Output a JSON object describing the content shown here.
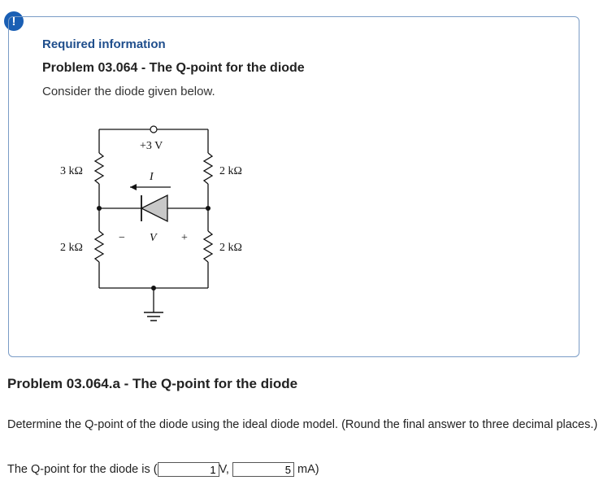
{
  "badge": {
    "symbol": "!"
  },
  "info": {
    "required_label": "Required information",
    "problem_title": "Problem 03.064 - The Q-point for the diode",
    "description": "Consider the diode given below."
  },
  "circuit": {
    "source_label": "+3 V",
    "resistor_top_left": "3 kΩ",
    "resistor_bottom_left": "2 kΩ",
    "resistor_top_right": "2 kΩ",
    "resistor_bottom_right": "2 kΩ",
    "current_label": "I",
    "voltage_label": "V",
    "minus_sign": "−",
    "plus_sign": "+"
  },
  "part_a": {
    "title": "Problem 03.064.a - The Q-point for the diode",
    "question": "Determine the Q-point of the diode using the ideal diode model. (Round the final answer to three decimal places.)",
    "answer_prefix": "The Q-point for the diode is (",
    "voltage_value": "1",
    "voltage_unit": "V,",
    "current_value": "5",
    "current_unit": "mA)"
  }
}
